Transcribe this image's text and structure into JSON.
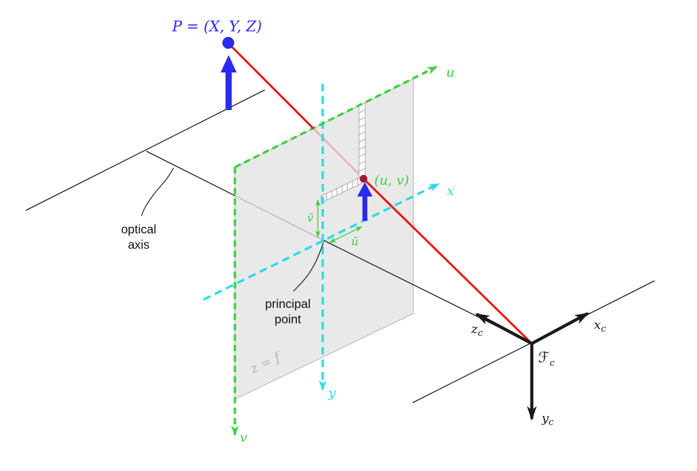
{
  "figure": {
    "type": "pinhole-camera-projection-diagram",
    "labels": {
      "world_point": "P = (X, Y, Z)",
      "pixel_point": "(u, v)",
      "u_axis": "u",
      "v_axis": "v",
      "x_axis": "x",
      "y_axis": "y",
      "u_bar": "ū",
      "v_bar": "v̄",
      "plane_equation": "z = f",
      "optical_axis": [
        "optical",
        "axis"
      ],
      "principal_point": [
        "principal",
        "point"
      ],
      "cam_x": {
        "base": "x",
        "sub": "c"
      },
      "cam_y": {
        "base": "y",
        "sub": "c"
      },
      "cam_z": {
        "base": "z",
        "sub": "c"
      },
      "cam_frame": {
        "base": "ℱ",
        "sub": "c"
      }
    },
    "colors": {
      "background": "#ffffff",
      "blue": "#2a2af0",
      "red": "#ed1515",
      "red_faded": "#e9b6b6",
      "green": "#3cd13c",
      "cyan": "#2ddbe4",
      "black": "#1a1a1a",
      "plane_fill": "#e9e9e9",
      "plane_border": "#b0b0b0",
      "optical_axis_faded": "#b4b4b4",
      "gray_text": "#b6b6b6",
      "ladder_stroke": "#a8a8a8",
      "uv_dot": "#9c1a31"
    }
  }
}
